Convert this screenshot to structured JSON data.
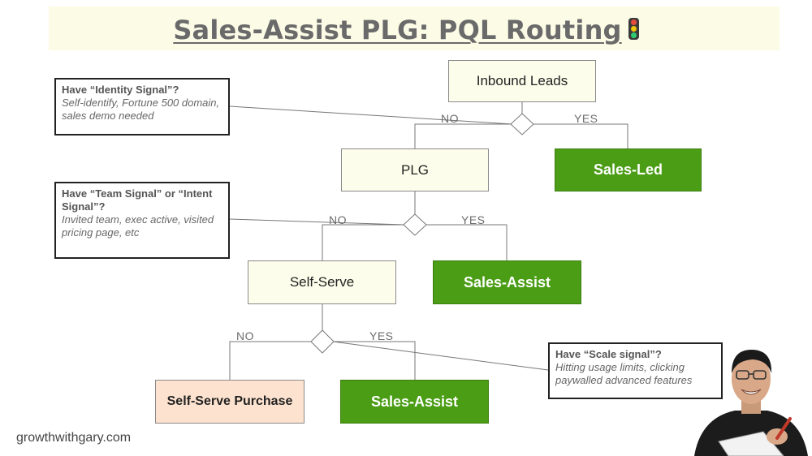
{
  "title": "Sales-Assist PLG: PQL Routing",
  "title_icon": "traffic-light-icon",
  "nodes": {
    "inbound": "Inbound Leads",
    "sales_led": "Sales-Led",
    "plg": "PLG",
    "sales_assist_1": "Sales-Assist",
    "self_serve": "Self-Serve",
    "sales_assist_2": "Sales-Assist",
    "self_serve_purchase": "Self-Serve Purchase"
  },
  "branches": {
    "no": "NO",
    "yes": "YES"
  },
  "notes": {
    "identity": {
      "heading": "Have “Identity Signal”?",
      "body": "Self-identify, Fortune 500 domain, sales demo needed"
    },
    "team": {
      "heading": "Have “Team Signal” or “Intent Signal”?",
      "body": "Invited team, exec active, visited pricing page, etc"
    },
    "scale": {
      "heading": "Have “Scale signal”?",
      "body": "Hitting usage limits, clicking paywalled advanced features"
    }
  },
  "footer": "growthwithgary.com",
  "colors": {
    "green": "#4b9d15",
    "beige": "#fdfdeb",
    "peach": "#fde3cf",
    "banner": "#fcfbe6"
  }
}
